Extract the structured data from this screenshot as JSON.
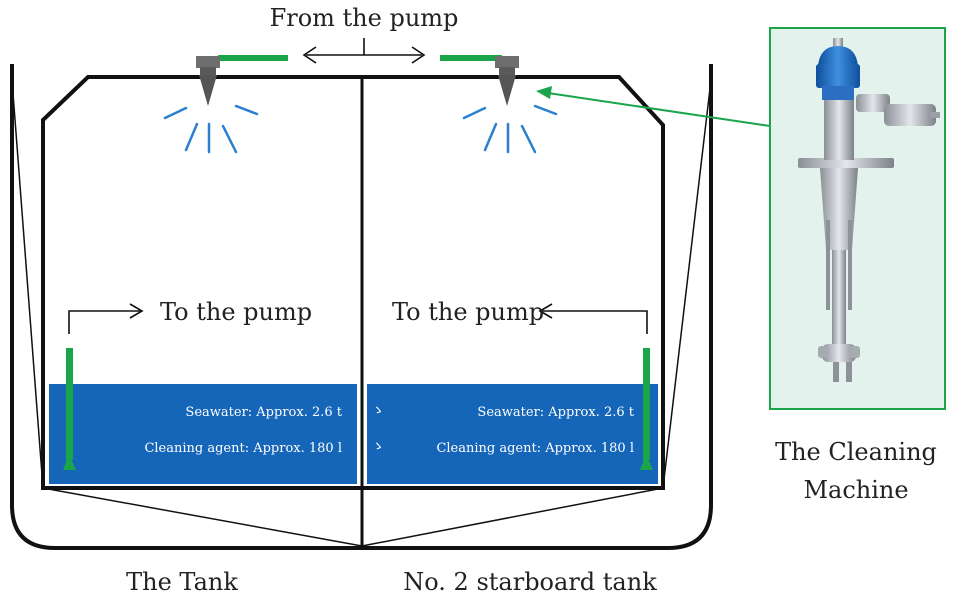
{
  "labels": {
    "from_pump": "From the pump",
    "to_pump_left": "To the pump",
    "to_pump_right": "To  the  pump",
    "machine_line1": "The Cleaning",
    "machine_line2": "Machine",
    "tank_left": "The Tank",
    "tank_right": "No. 2 starboard tank"
  },
  "left_tank": {
    "seawater": "Seawater: Approx. 2.6 t",
    "cleaning_agent": "Cleaning agent: Approx. 180 l"
  },
  "right_tank": {
    "seawater": "Seawater: Approx. 2.6 t",
    "cleaning_agent": "Cleaning agent: Approx. 180 l"
  },
  "colors": {
    "water": "#1565b8",
    "pipe": "#1aa54a",
    "spray": "#2b7fd0",
    "hull": "#111111"
  }
}
